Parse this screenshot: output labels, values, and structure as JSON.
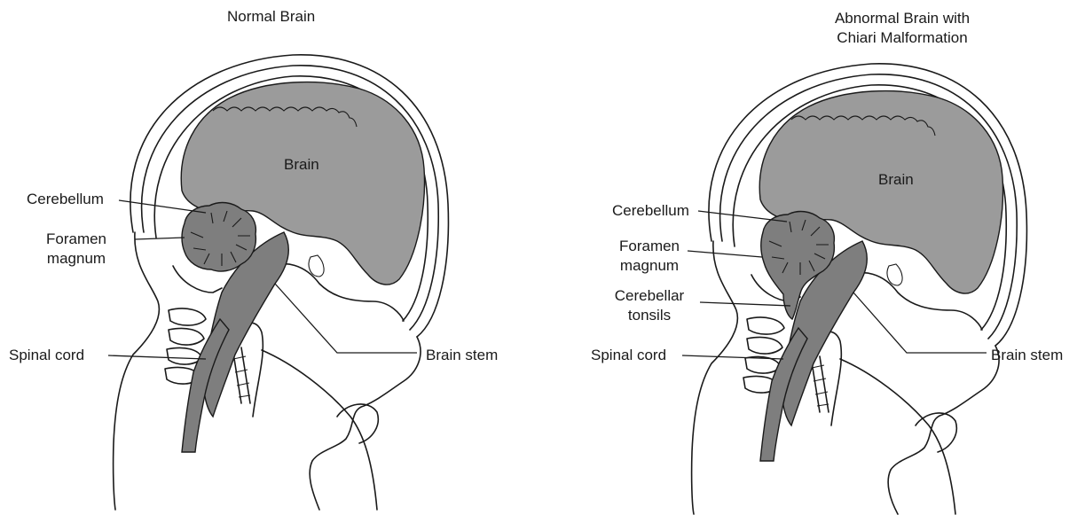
{
  "left": {
    "title": "Normal Brain",
    "labels": {
      "brain": "Brain",
      "cerebellum": "Cerebellum",
      "foramen_magnum": [
        "Foramen",
        "magnum"
      ],
      "spinal_cord": "Spinal cord",
      "brain_stem": "Brain stem"
    }
  },
  "right": {
    "title": [
      "Abnormal Brain with",
      "Chiari Malformation"
    ],
    "labels": {
      "brain": "Brain",
      "cerebellum": "Cerebellum",
      "foramen_magnum": [
        "Foramen",
        "magnum"
      ],
      "cerebellar_tonsils": [
        "Cerebellar",
        "tonsils"
      ],
      "spinal_cord": "Spinal cord",
      "brain_stem": "Brain stem"
    }
  }
}
